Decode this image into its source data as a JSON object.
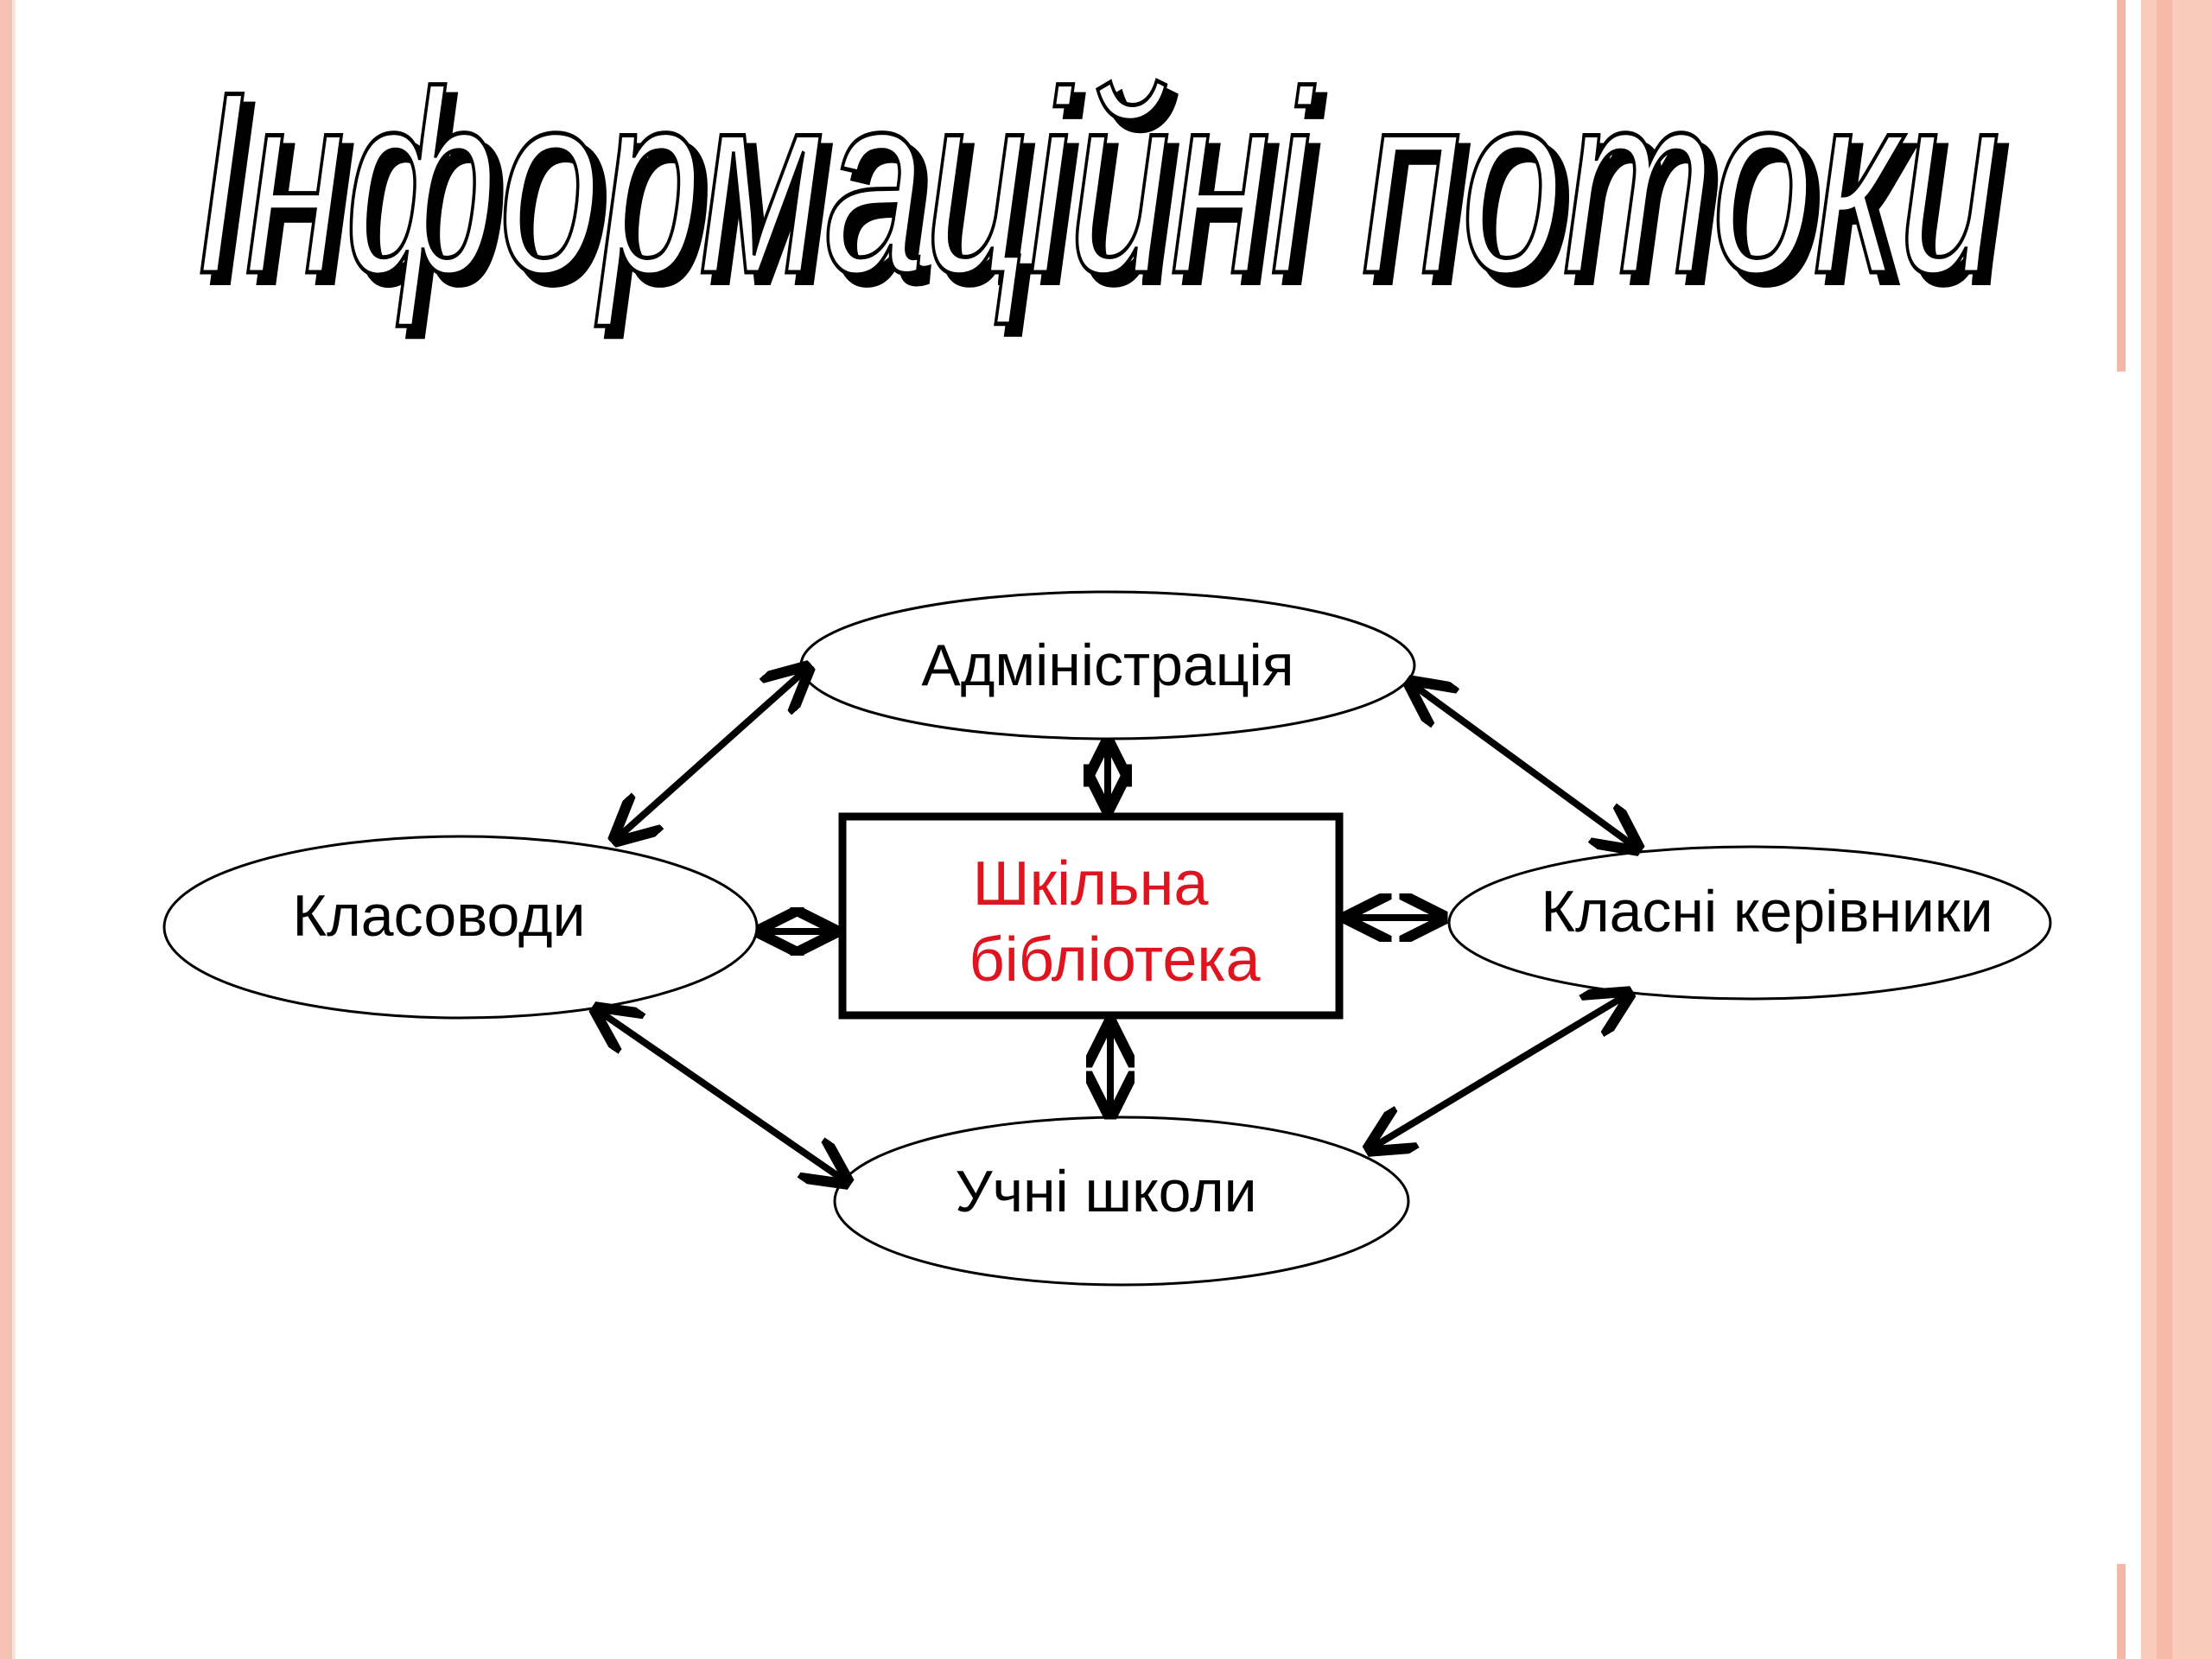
{
  "title": "Інформаційні потоки",
  "nodes": {
    "center": {
      "line1": "Шкільна",
      "line2": "бібліотека"
    },
    "top": {
      "label": "Адміністрація"
    },
    "left": {
      "label": "Класоводи"
    },
    "right": {
      "label": "Класні керівники"
    },
    "bottom": {
      "label": "Учні школи"
    }
  },
  "edges": [
    {
      "from": "center",
      "to": "top",
      "bidirectional": true
    },
    {
      "from": "center",
      "to": "bottom",
      "bidirectional": true
    },
    {
      "from": "center",
      "to": "left",
      "bidirectional": true
    },
    {
      "from": "center",
      "to": "right",
      "bidirectional": true
    },
    {
      "from": "top",
      "to": "left",
      "bidirectional": true
    },
    {
      "from": "top",
      "to": "right",
      "bidirectional": true
    },
    {
      "from": "left",
      "to": "bottom",
      "bidirectional": true
    },
    {
      "from": "right",
      "to": "bottom",
      "bidirectional": true
    }
  ],
  "colors": {
    "center_text": "#e0141e",
    "node_text": "#000000",
    "decor_stripes": "#f6c2b3"
  }
}
